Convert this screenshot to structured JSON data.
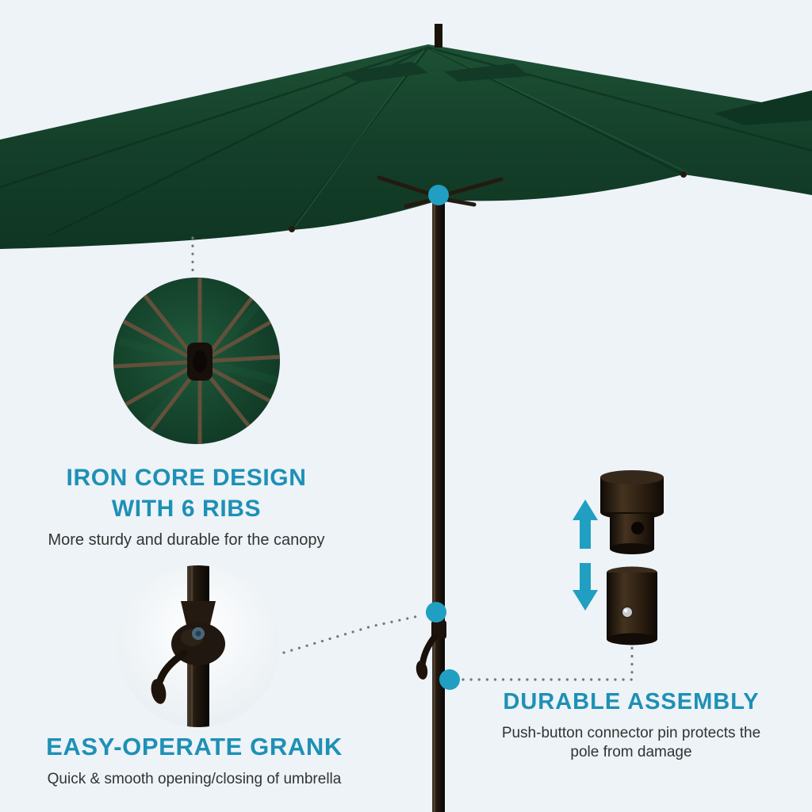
{
  "page": {
    "kind": "patio umbrella feature infographic"
  },
  "features": {
    "iron_core": {
      "title_line1": "IRON CORE DESIGN",
      "title_line2": "WITH 6 RIBS",
      "description": "More sturdy and durable for the canopy"
    },
    "easy_crank": {
      "title": "EASY-OPERATE GRANK",
      "description": "Quick & smooth opening/closing of umbrella"
    },
    "durable_assembly": {
      "title": "DURABLE ASSEMBLY",
      "description": "Push-button connector pin protects the pole from damage"
    }
  },
  "colors": {
    "background": "#edf3f7",
    "canopy_green": "#164128",
    "pole_dark": "#17110d",
    "accent_teal": "#209fc2",
    "heading_text": "#1e90b5",
    "body_text": "#333333",
    "dotted_line": "#70787e",
    "rib_brown": "#6b5440"
  },
  "icons": {
    "up_arrow": "assembly direction up",
    "down_arrow": "assembly direction down",
    "callout_dots": "teal callout markers"
  }
}
